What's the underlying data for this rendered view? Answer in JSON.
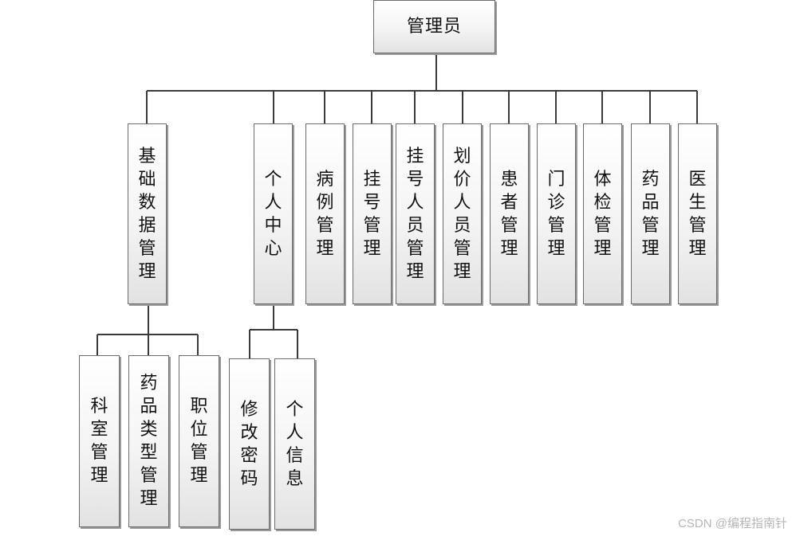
{
  "root": {
    "label": "管理员"
  },
  "modules": {
    "basic_data": {
      "label": "基础数据管理",
      "children": {
        "department": "科室管理",
        "drug_type": "药品类型管理",
        "position": "职位管理"
      }
    },
    "personal_center": {
      "label": "个人中心",
      "children": {
        "change_password": "修改密码",
        "personal_info": "个人信息"
      }
    },
    "case": "病例管理",
    "registration": "挂号管理",
    "registration_staff": "挂号人员管理",
    "pricing_staff": "划价人员管理",
    "patient": "患者管理",
    "outpatient": "门诊管理",
    "physical_exam": "体检管理",
    "medicine": "药品管理",
    "doctor": "医生管理"
  },
  "watermark": "CSDN @编程指南针",
  "colors": {
    "line": "#3a3a3a",
    "box_border": "#6b6b6b",
    "box_shadow": "#9a9a9a",
    "text": "#111111",
    "watermark": "#b5b5b5"
  }
}
